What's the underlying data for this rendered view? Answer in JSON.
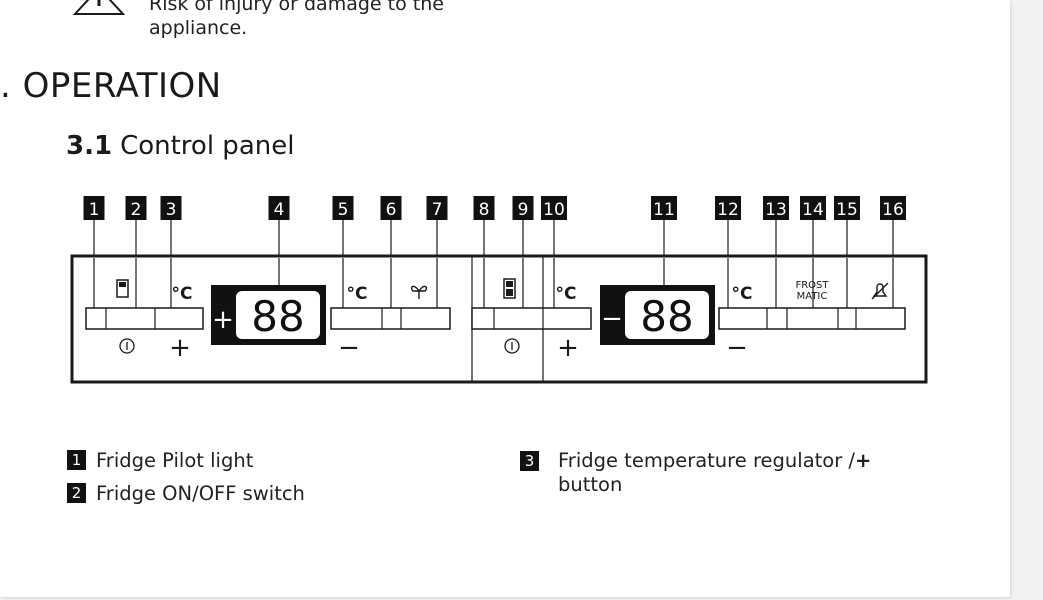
{
  "warning": {
    "text": "Risk of injury or damage to the appliance.",
    "icon": "warning-triangle-icon"
  },
  "section": {
    "title": ". OPERATION"
  },
  "subsection": {
    "number": "3.1",
    "title": "Control panel"
  },
  "panel": {
    "callouts": [
      "1",
      "2",
      "3",
      "4",
      "5",
      "6",
      "7",
      "8",
      "9",
      "10",
      "11",
      "12",
      "13",
      "14",
      "15",
      "16"
    ],
    "labels": {
      "celsius": "°C",
      "plus": "+",
      "minus": "−",
      "frost_line1": "FROST",
      "frost_line2": "MATIC",
      "display_digits": "88"
    },
    "icons": [
      "fridge-icon",
      "power-icon",
      "fan-icon",
      "fridge-freezer-icon",
      "alarm-off-icon"
    ]
  },
  "legend": [
    {
      "number": "1",
      "text": "Fridge Pilot light"
    },
    {
      "number": "2",
      "text": "Fridge ON/OFF switch"
    },
    {
      "number": "3",
      "text": "Fridge temperature regulator /",
      "strong": "+",
      "text2": "button"
    }
  ]
}
